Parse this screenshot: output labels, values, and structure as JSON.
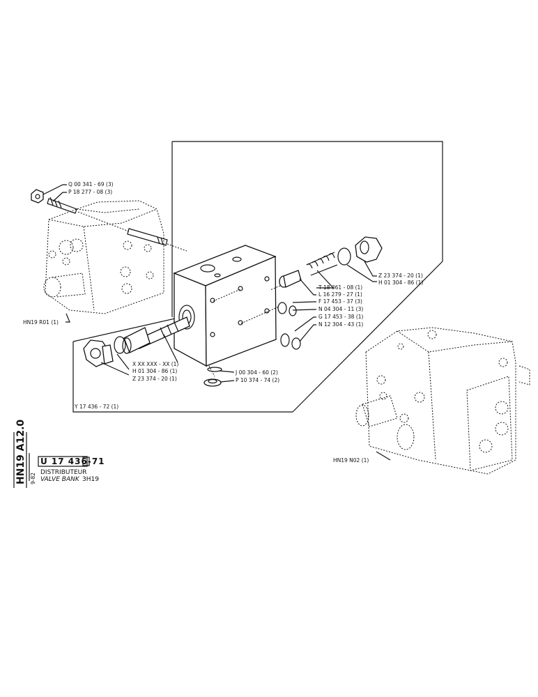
{
  "sheet": {
    "side_code": "HN19 A12.0",
    "side_date": "9-82",
    "part_number": "U 17 436-71",
    "part_symbol": "‡",
    "title_fr": "DISTRIBUTEUR",
    "title_en": "VALVE BANK",
    "model": "3H19"
  },
  "labels": {
    "q": "Q 00 341 - 69 (3)",
    "p18": "P 18 277 - 08 (3)",
    "hn19r01": "HN19 R01 (1)",
    "z23_right": "Z 23 374 - 20 (1)",
    "h01_right": "H 01 304 - 86 (1)",
    "t18": "T 18 361 - 08 (1)",
    "l16": "L 16 279 - 27 (1)",
    "f17": "F 17 453 - 37 (3)",
    "n04": "N 04 304 - 11 (3)",
    "g17": "G 17 453 - 38 (1)",
    "n12": "N 12 304 - 43 (1)",
    "xx": "X XX XXX - XX (1)",
    "h01_left": "H 01 304 - 86 (1)",
    "z23_left": "Z 23 374 - 20 (1)",
    "j00": "J 00 304 - 60 (2)",
    "p10": "P 10 374 - 74 (2)",
    "y17": "Y 17 436 - 72 (1)",
    "hn19n02": "HN19 N02 (1)"
  }
}
